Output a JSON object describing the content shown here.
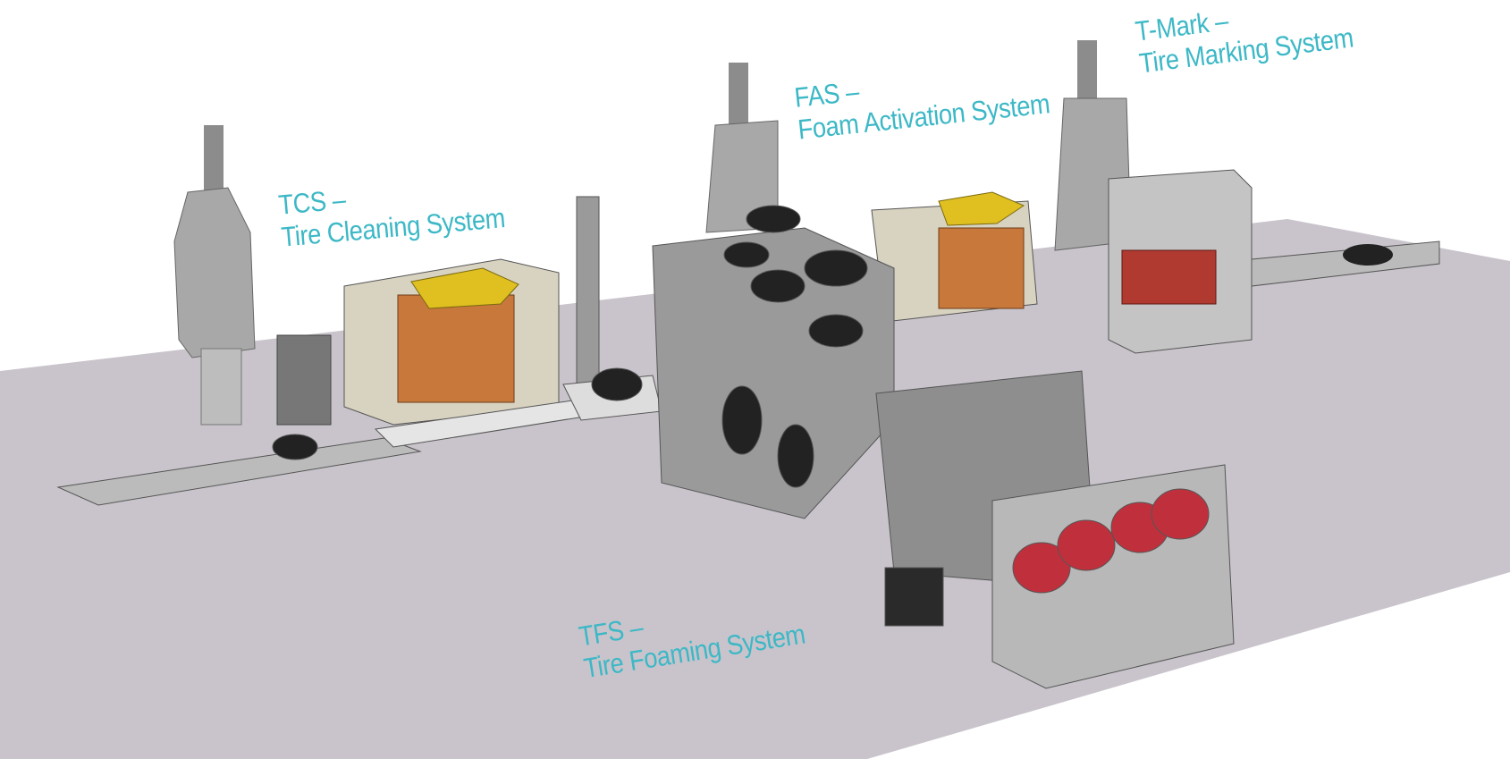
{
  "labels": {
    "tcs": {
      "code": "TCS –",
      "name": "Tire Cleaning System"
    },
    "fas": {
      "code": "FAS –",
      "name": "Foam Activation System"
    },
    "tmark": {
      "code": "T-Mark –",
      "name": "Tire Marking System"
    },
    "tfs": {
      "code": "TFS –",
      "name": "Tire Foaming System"
    }
  },
  "colors": {
    "label": "#3cb8c6",
    "floor": "#c9c4cb",
    "machine": "#a9a9a9",
    "cabin_orange": "#c8783a",
    "hood_yellow": "#e0c020",
    "drum_red": "#c0303c"
  }
}
